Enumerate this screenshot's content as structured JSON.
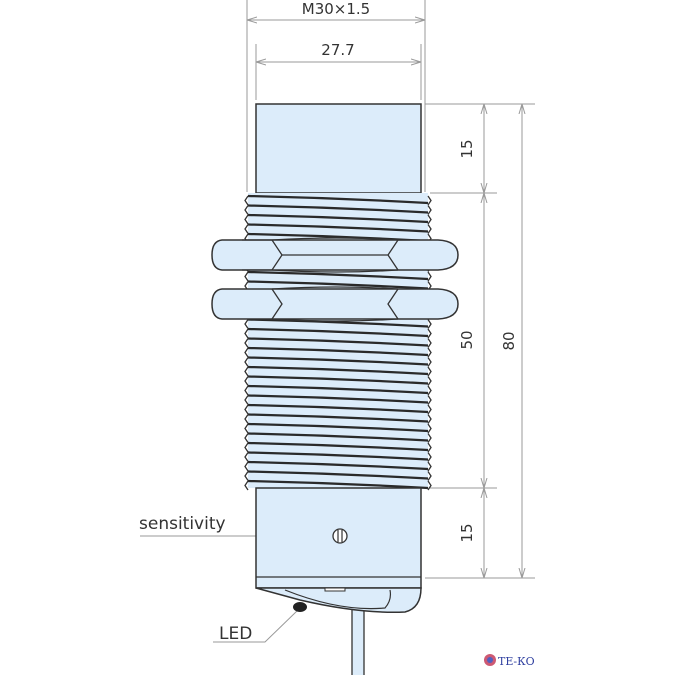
{
  "dimensions": {
    "thread": "M30×1.5",
    "width": "27.7",
    "top_length": "15",
    "thread_length": "50",
    "bottom_length": "15",
    "total_length": "80"
  },
  "labels": {
    "sensitivity": "sensitivity",
    "led": "LED"
  },
  "logo": {
    "text": "ТЕ-КО"
  },
  "colors": {
    "body": "#dcecfa",
    "outline": "#333333",
    "dimension": "#999999"
  }
}
